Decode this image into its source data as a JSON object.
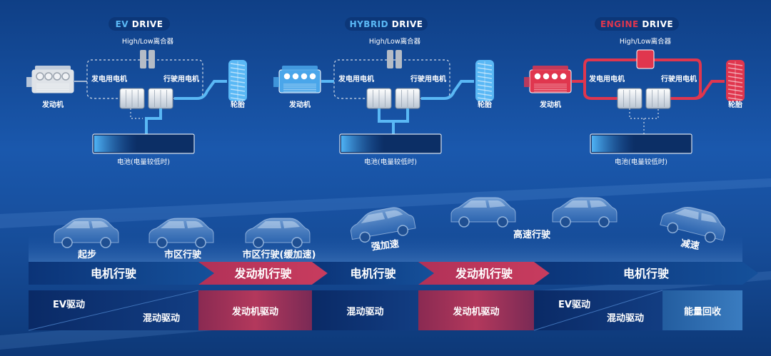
{
  "colors": {
    "background": "#15509f",
    "ev_blue": "#5ab8f5",
    "engine_red": "#e0364e",
    "inactive_gray": "#b5bcc6",
    "phase_dark": "#0a2d68",
    "phase_red": "#9b3057"
  },
  "modes": [
    {
      "title_highlight": "EV",
      "title_rest": "DRIVE",
      "clutch_label": "High/Low离合器",
      "generator_label": "发电用电机",
      "drive_motor_label": "行驶用电机",
      "engine_label": "发动机",
      "tire_label": "轮胎",
      "battery_label": "电池(电量较低时)",
      "engine_icon": "engine-icon",
      "clutch_icon": "clutch-icon",
      "tire_icon": "tire-icon",
      "battery_icon": "battery-icon"
    },
    {
      "title_highlight": "HYBRID",
      "title_rest": "DRIVE",
      "clutch_label": "High/Low离合器",
      "generator_label": "发电用电机",
      "drive_motor_label": "行驶用电机",
      "engine_label": "发动机",
      "tire_label": "轮胎",
      "battery_label": "电池(电量较低时)",
      "engine_icon": "engine-icon",
      "clutch_icon": "clutch-icon",
      "tire_icon": "tire-icon",
      "battery_icon": "battery-icon"
    },
    {
      "title_highlight": "ENGINE",
      "title_rest": "DRIVE",
      "clutch_label": "High/Low离合器",
      "generator_label": "发电用电机",
      "drive_motor_label": "行驶用电机",
      "engine_label": "发动机",
      "tire_label": "轮胎",
      "battery_label": "电池(电量较低时)",
      "engine_icon": "engine-icon",
      "clutch_icon": "clutch-icon",
      "tire_icon": "tire-icon",
      "battery_icon": "battery-icon"
    }
  ],
  "driving_scenes": [
    {
      "label": "起步",
      "icon": "suv-car-icon"
    },
    {
      "label": "市区行驶",
      "icon": "suv-car-icon"
    },
    {
      "label": "市区行驶(缓加速)",
      "icon": "suv-car-icon"
    },
    {
      "label": "强加速",
      "icon": "suv-car-icon"
    },
    {
      "label": "高速行驶",
      "icon": "suv-car-icon"
    },
    {
      "label": "减速",
      "icon": "suv-car-icon"
    }
  ],
  "phases": [
    {
      "label": "电机行驶",
      "type": "ev"
    },
    {
      "label": "发动机行驶",
      "type": "engine"
    },
    {
      "label": "电机行驶",
      "type": "ev"
    },
    {
      "label": "发动机行驶",
      "type": "engine"
    },
    {
      "label": "电机行驶",
      "type": "ev"
    }
  ],
  "drive_cells": [
    {
      "label_top": "EV驱动",
      "label_bottom": "混动驱动",
      "type": "split"
    },
    {
      "label": "发动机驱动",
      "type": "engine"
    },
    {
      "label": "混动驱动",
      "type": "ev"
    },
    {
      "label": "发动机驱动",
      "type": "engine"
    },
    {
      "label_top": "EV驱动",
      "label_bottom": "混动驱动",
      "type": "split"
    },
    {
      "label": "能量回收",
      "type": "regen"
    }
  ]
}
